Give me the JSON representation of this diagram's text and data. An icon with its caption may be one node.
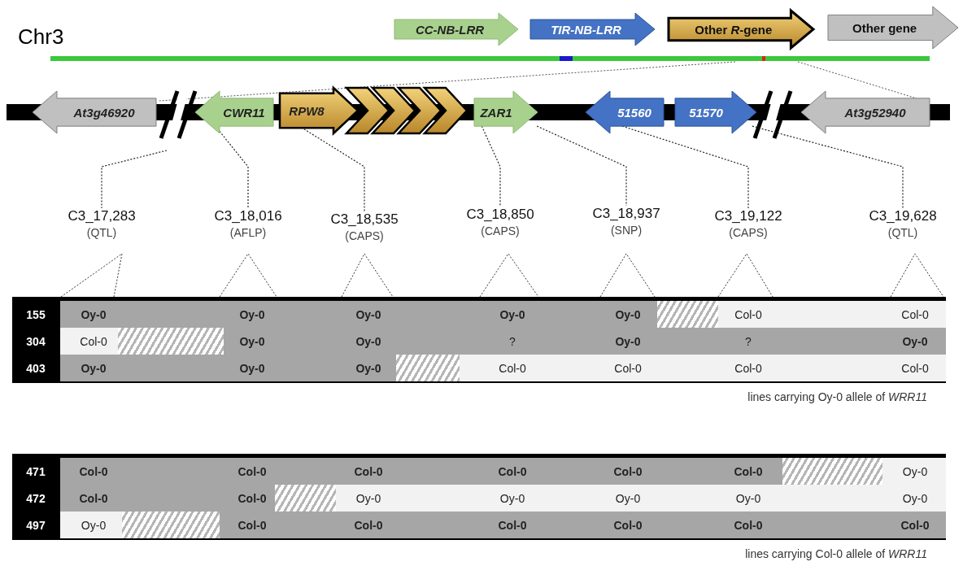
{
  "diagram": {
    "nodes": [
      {
        "text": [
          "At3g46920"
        ]
      },
      {
        "text": [
          "CWR11"
        ]
      },
      {
        "text": [
          "RPW8"
        ]
      },
      {
        "text": [
          "ZAR1"
        ]
      },
      {
        "text": [
          "51560"
        ]
      },
      {
        "text": [
          "51570"
        ]
      },
      {
        "text": [
          "At3g52940"
        ]
      },
      {
        "text": [
          "C3_17,283",
          "(QTL)"
        ]
      },
      {
        "text": [
          "C3_18,016",
          "(AFLP)"
        ]
      },
      {
        "text": [
          "C3_18,535",
          "(CAPS)"
        ]
      },
      {
        "text": [
          "C3_18,850",
          "(CAPS)"
        ]
      },
      {
        "text": [
          "C3_18,937",
          "(SNP)"
        ]
      },
      {
        "text": [
          "C3_19,122",
          "(CAPS)"
        ]
      },
      {
        "text": [
          "C3_19,628",
          "(QTL)"
        ]
      }
    ],
    "edges": [
      {
        "from": null,
        "to": 7,
        "arrow": "none",
        "style": "dashed"
      },
      {
        "from": 1,
        "to": 8,
        "arrow": "none",
        "style": "dashed"
      },
      {
        "from": 2,
        "to": 9,
        "arrow": "none",
        "style": "dashed"
      },
      {
        "from": 3,
        "to": 10,
        "arrow": "none",
        "style": "dashed"
      },
      {
        "from": 3,
        "to": 11,
        "arrow": "none",
        "style": "dashed"
      },
      {
        "from": 4,
        "to": 12,
        "arrow": "none",
        "style": "dashed"
      },
      {
        "from": 5,
        "to": 13,
        "arrow": "none",
        "style": "dashed"
      }
    ],
    "labels": [
      "Chr3",
      "155",
      "Oy-0",
      "Oy-0",
      "Oy-0",
      "Oy-0",
      "Oy-0",
      "Col-0",
      "Col-0",
      "304",
      "Col-0",
      "Oy-0",
      "Oy-0",
      "?",
      "Oy-0",
      "?",
      "Oy-0",
      "403",
      "Oy-0",
      "Oy-0",
      "Oy-0",
      "Col-0",
      "Col-0",
      "Col-0",
      "Col-0",
      "lines carrying Oy-0 allele of *WRR11*",
      "471",
      "Col-0",
      "Col-0",
      "Col-0",
      "Col-0",
      "Col-0",
      "Col-0",
      "Oy-0",
      "472",
      "Col-0",
      "Col-0",
      "Oy-0",
      "Oy-0",
      "Oy-0",
      "Oy-0",
      "Oy-0",
      "497",
      "Oy-0",
      "Col-0",
      "Col-0",
      "Col-0",
      "Col-0",
      "Col-0",
      "Col-0",
      "lines carrying Col-0 allele of *WRR11*"
    ],
    "legend": [
      {
        "text": "CC-NB-LRR",
        "color": "#a9d18e"
      },
      {
        "text": "TIR-NB-LRR",
        "color": "#4472c4"
      },
      {
        "text": "Other *R*-gene",
        "color": "#d4a843"
      },
      {
        "text": "Other gene",
        "color": "#c0c0c0"
      }
    ]
  }
}
